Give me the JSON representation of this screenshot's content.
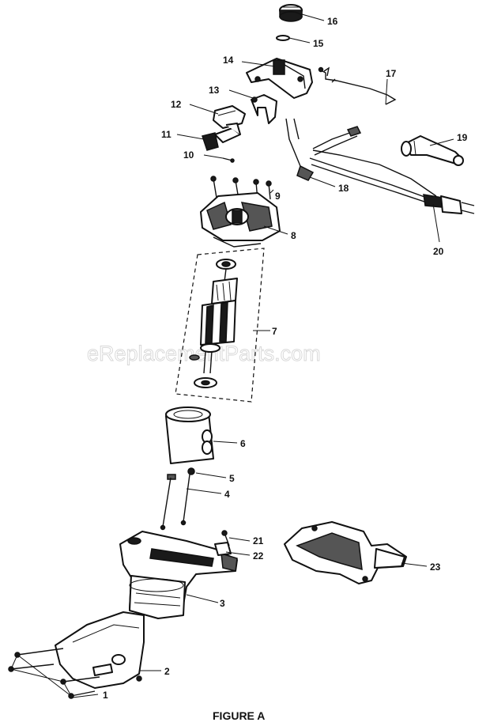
{
  "watermark": "eReplacementParts.com",
  "caption": "FIGURE A",
  "callouts": {
    "p1": "1",
    "p2": "2",
    "p3": "3",
    "p4": "4",
    "p5": "5",
    "p6": "6",
    "p7": "7",
    "p8": "8",
    "p9": "9",
    "p10": "10",
    "p11": "11",
    "p12": "12",
    "p13": "13",
    "p14": "14",
    "p15": "15",
    "p16": "16",
    "p17": "17",
    "p18": "18",
    "p19": "19",
    "p20": "20",
    "p21": "21",
    "p22": "22",
    "p23": "23"
  }
}
